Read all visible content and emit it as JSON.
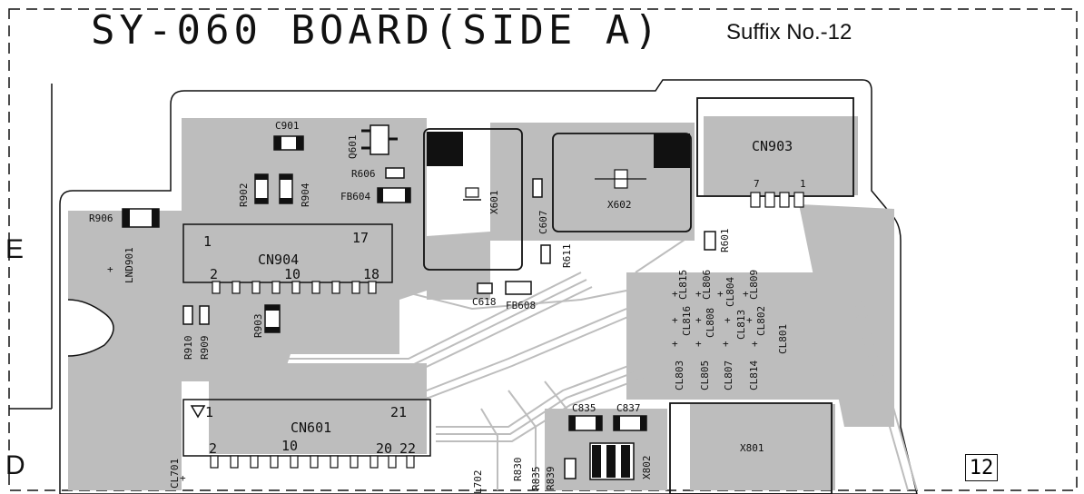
{
  "title": "SY-060 BOARD(SIDE A)",
  "suffix": "Suffix No.-12",
  "row_labels": {
    "e": "E",
    "d": "D"
  },
  "page_number": "12",
  "components": {
    "c901": "C901",
    "q601": "Q601",
    "r606": "R606",
    "fb604": "FB604",
    "r902": "R902",
    "r904": "R904",
    "r906": "R906",
    "lnd901": "LND901",
    "cn904": "CN904",
    "cn904_pins": [
      "1",
      "17",
      "2",
      "10",
      "18"
    ],
    "x601": "X601",
    "c607": "C607",
    "r611": "R611",
    "x602": "X602",
    "r601": "R601",
    "cn903": "CN903",
    "cn903_pins": [
      "7",
      "1"
    ],
    "c618": "C618",
    "fb608": "FB608",
    "r903": "R903",
    "r910": "R910",
    "r909": "R909",
    "cl815": "CL815",
    "cl806": "CL806",
    "cl804": "CL804",
    "cl809": "CL809",
    "cl816": "CL816",
    "cl808": "CL808",
    "cl813": "CL813",
    "cl802": "CL802",
    "cl801": "CL801",
    "cl803": "CL803",
    "cl805": "CL805",
    "cl807": "CL807",
    "cl814": "CL814",
    "c835": "C835",
    "c837": "C837",
    "x801": "X801",
    "cn601": "CN601",
    "cn601_pins": [
      "1",
      "21",
      "2",
      "10",
      "20",
      "22"
    ],
    "cl701": "CL701",
    "l702": "L702",
    "r830": "R830",
    "r835": "R835",
    "r839": "R839",
    "x802": "X802"
  },
  "colors": {
    "copper": "#bdbdbd",
    "line": "#111111",
    "pad": "#ffffff"
  }
}
